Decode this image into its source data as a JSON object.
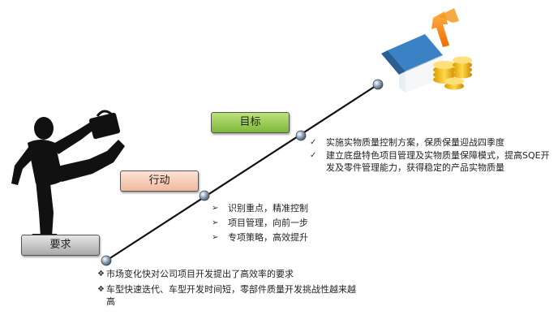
{
  "stages": {
    "requirement": "要求",
    "action": "行动",
    "goal": "目标"
  },
  "goal_points": [
    "实施实物质量控制方案，保质保量迎战四季度",
    "建立底盘特色项目管理及实物质量保障模式，提高SQE开发及零件管理能力，获得稳定的产品实物质量"
  ],
  "action_points": [
    "识别重点，精准控制",
    "项目管理，向前一步",
    "专项策略，高效提升"
  ],
  "requirement_points": [
    "市场变化快对公司项目开发提出了高效率的要求",
    "车型快速迭代、车型开发时间短，零部件质量开发挑战性越来越高"
  ],
  "markers": {
    "goal": "✓",
    "action": "➢",
    "requirement": "❖"
  },
  "colors": {
    "requirement_box": "#bdbdbd",
    "action_box": "#f7c9b1",
    "goal_box": "#98c84c",
    "node": "#8fa3b8",
    "line": "#111111"
  },
  "icons": {
    "start": "silhouette-person-kicking-icon",
    "end": "house-and-coins-icon"
  }
}
